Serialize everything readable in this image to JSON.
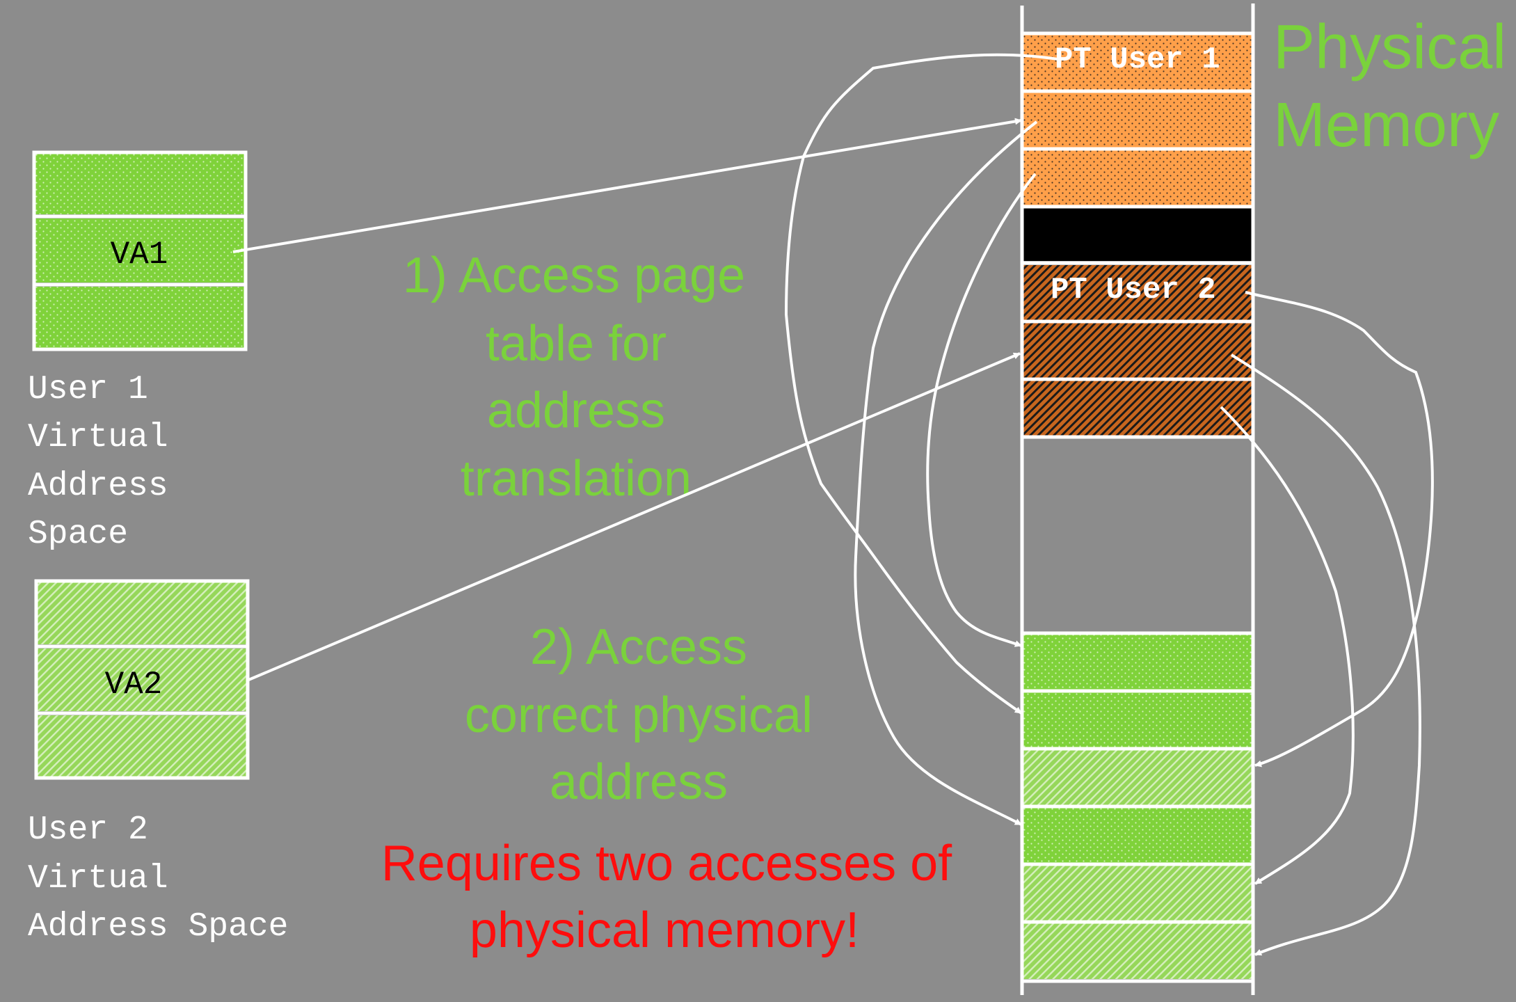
{
  "physical_memory": {
    "title_line1": "Physical",
    "title_line2": "Memory",
    "pt_user1_label": "PT User 1",
    "pt_user2_label": "PT User 2"
  },
  "user1": {
    "va_label": "VA1",
    "caption_lines": [
      "User 1",
      "Virtual",
      "Address",
      "Space"
    ]
  },
  "user2": {
    "va_label": "VA2",
    "caption_lines": [
      "User 2",
      "Virtual",
      "Address Space"
    ]
  },
  "steps": {
    "step1_lines": [
      "1)  Access page",
      "table for",
      "address",
      "translation"
    ],
    "step2_lines": [
      "2)  Access",
      "correct physical",
      "address"
    ]
  },
  "warning_lines": [
    "Requires two accesses of",
    "physical memory!"
  ],
  "colors": {
    "background": "#8c8c8c",
    "user1_green": "#7fd23a",
    "user2_green": "#96d75a",
    "pt_orange": "#ffa04a",
    "pt2_brown": "#c8661e",
    "label_green": "#7ad23c",
    "warning_red": "#ff0d0d",
    "line_white": "#ffffff"
  }
}
